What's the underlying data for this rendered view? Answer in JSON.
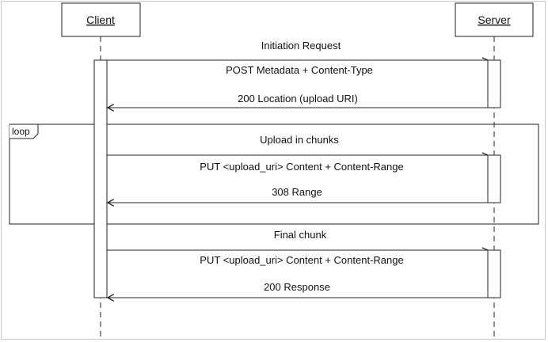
{
  "actors": {
    "client": "Client",
    "server": "Server"
  },
  "fragment": {
    "label": "loop"
  },
  "messages": {
    "initiation_request": "Initiation Request",
    "post_metadata": "POST Metadata + Content-Type",
    "location_response": "200 Location (upload URI)",
    "upload_in_chunks": "Upload in chunks",
    "put_chunk": "PUT <upload_uri> Content + Content-Range",
    "range_response": "308 Range",
    "final_chunk": "Final chunk",
    "put_final": "PUT <upload_uri> Content + Content-Range",
    "final_response": "200 Response"
  }
}
